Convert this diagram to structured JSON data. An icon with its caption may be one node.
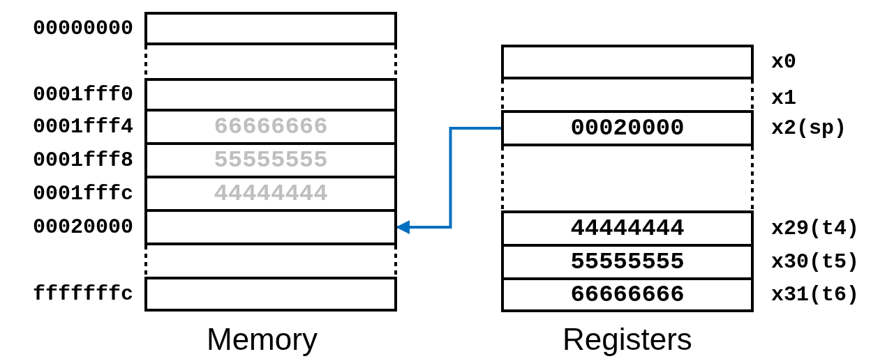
{
  "diagram": {
    "nodes": [
      {
        "text": [],
        "shape": "box",
        "beside": [
          "00000000"
        ]
      },
      {
        "text": [],
        "shape": "box",
        "beside": [
          "0001fff0"
        ]
      },
      {
        "text": [
          "66666666"
        ],
        "beside": [
          "0001fff4"
        ]
      },
      {
        "text": [
          "55555555"
        ],
        "beside": [
          "0001fff8"
        ]
      },
      {
        "text": [
          "44444444"
        ],
        "beside": [
          "0001fffc"
        ]
      },
      {
        "text": [],
        "shape": "box",
        "beside": [
          "00020000"
        ]
      },
      {
        "text": [],
        "shape": "box",
        "beside": [
          "fffffffc"
        ]
      },
      {
        "text": [],
        "shape": "box",
        "beside": [
          "x0"
        ]
      },
      {
        "text": [
          "00020000"
        ],
        "beside": [
          "x2(sp)"
        ]
      },
      {
        "text": [
          "44444444"
        ],
        "beside": [
          "x29(t4)"
        ]
      },
      {
        "text": [
          "55555555"
        ],
        "beside": [
          "x30(t5)"
        ]
      },
      {
        "text": [
          "66666666"
        ],
        "beside": [
          "x31(t6)"
        ]
      }
    ],
    "edges": [
      {
        "from": 8,
        "to": 5,
        "arrow": "to",
        "color": "#0070c0"
      }
    ],
    "labels": [
      "x1",
      "Memory",
      "Registers"
    ]
  }
}
